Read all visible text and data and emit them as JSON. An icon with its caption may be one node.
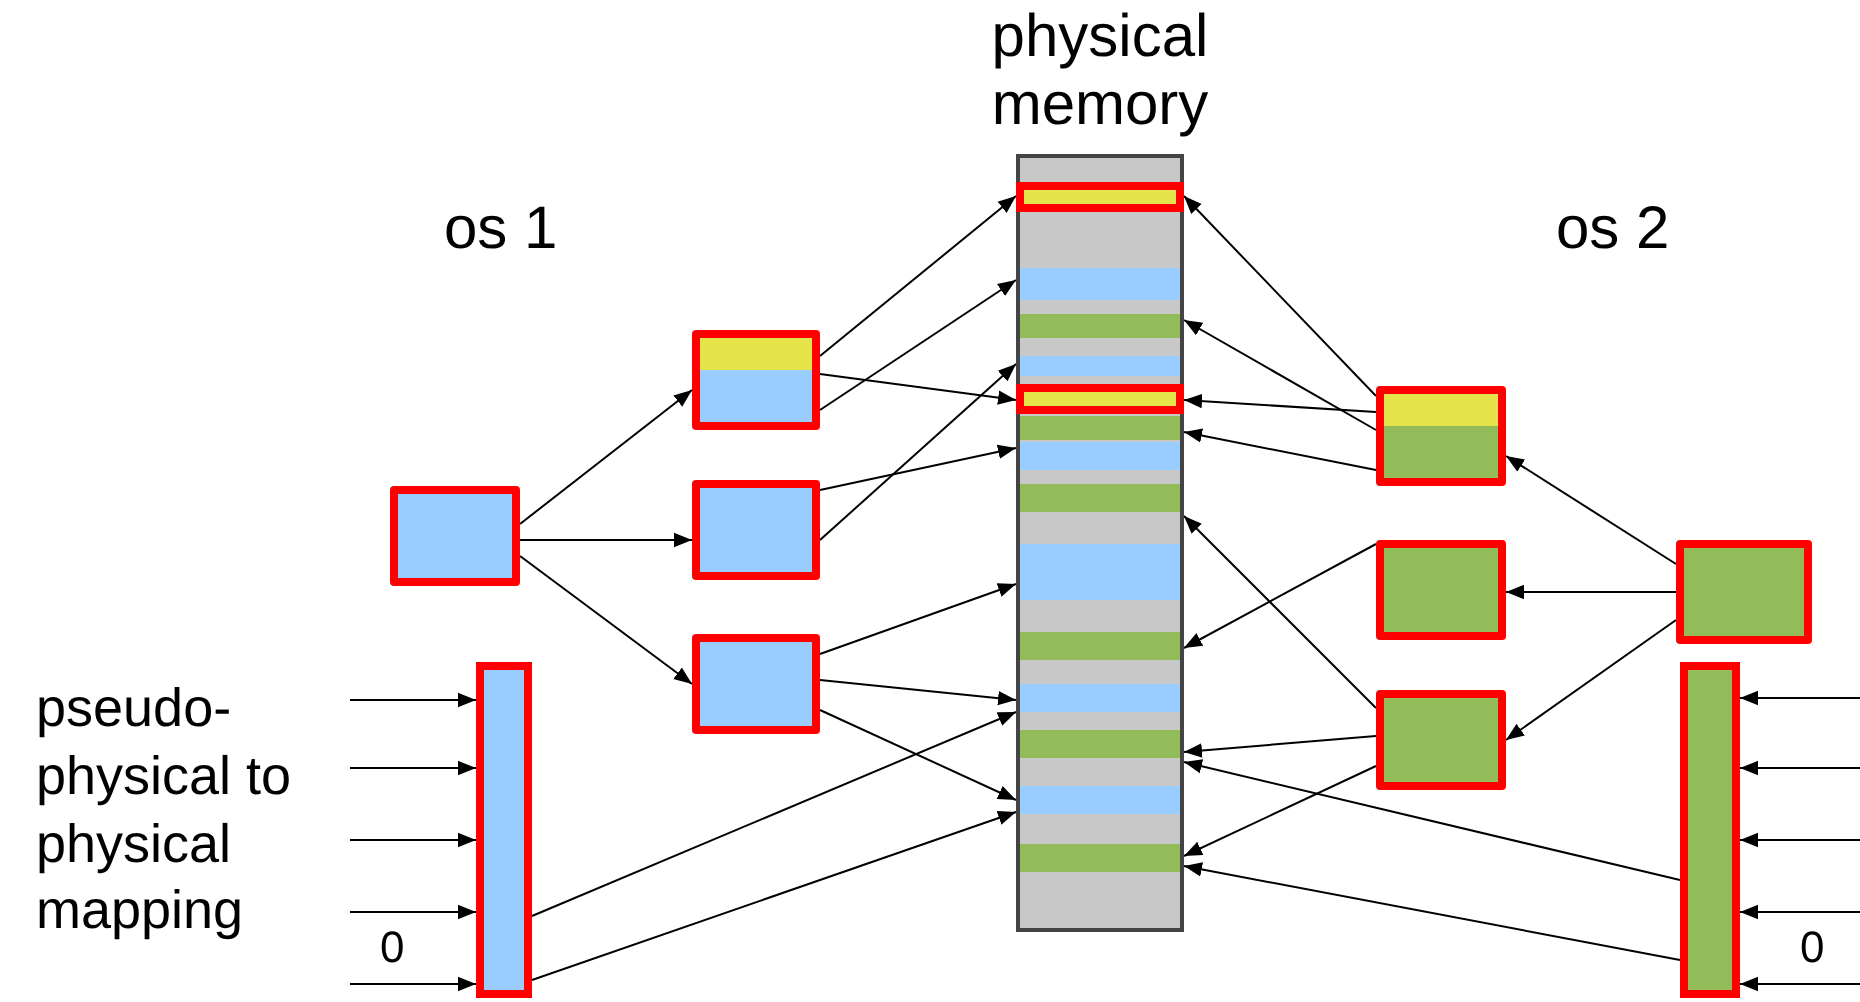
{
  "diagram": {
    "nodes": [
      {
        "text": [
          "physical memory"
        ]
      },
      {
        "text": [],
        "shape": "box",
        "in": 0
      },
      {
        "text": [],
        "shape": "box",
        "in": 0
      },
      {
        "text": [],
        "shape": "box"
      },
      {
        "text": [],
        "shape": "box"
      },
      {
        "text": [],
        "shape": "box"
      },
      {
        "text": [],
        "shape": "box"
      },
      {
        "text": [],
        "shape": "bar"
      },
      {
        "text": [],
        "shape": "box"
      },
      {
        "text": [],
        "shape": "box"
      },
      {
        "text": [],
        "shape": "box"
      },
      {
        "text": [],
        "shape": "box"
      },
      {
        "text": [],
        "shape": "bar"
      }
    ],
    "edges": [
      {
        "from": 3,
        "to": 4,
        "arrow": "to"
      },
      {
        "from": 3,
        "to": 5,
        "arrow": "to"
      },
      {
        "from": 3,
        "to": 6,
        "arrow": "to"
      },
      {
        "from": 4,
        "to": 1,
        "arrow": "to"
      },
      {
        "from": 4,
        "to": 0,
        "arrow": "to"
      },
      {
        "from": 4,
        "to": 2,
        "arrow": "to"
      },
      {
        "from": 5,
        "to": 0,
        "arrow": "to"
      },
      {
        "from": 5,
        "to": 0,
        "arrow": "to"
      },
      {
        "from": 6,
        "to": 0,
        "arrow": "to"
      },
      {
        "from": 6,
        "to": 0,
        "arrow": "to"
      },
      {
        "from": 6,
        "to": 0,
        "arrow": "to"
      },
      {
        "from": 7,
        "to": 0,
        "arrow": "to"
      },
      {
        "from": 7,
        "to": 0,
        "arrow": "to"
      },
      {
        "from": null,
        "to": 7,
        "arrow": "to"
      },
      {
        "from": null,
        "to": 7,
        "arrow": "to"
      },
      {
        "from": null,
        "to": 7,
        "arrow": "to"
      },
      {
        "from": null,
        "to": 7,
        "arrow": "to"
      },
      {
        "from": null,
        "to": 7,
        "arrow": "to"
      },
      {
        "from": 11,
        "to": 8,
        "arrow": "to"
      },
      {
        "from": 11,
        "to": 9,
        "arrow": "to"
      },
      {
        "from": 11,
        "to": 10,
        "arrow": "to"
      },
      {
        "from": 8,
        "to": 1,
        "arrow": "to"
      },
      {
        "from": 8,
        "to": 0,
        "arrow": "to"
      },
      {
        "from": 8,
        "to": 2,
        "arrow": "to"
      },
      {
        "from": 8,
        "to": 0,
        "arrow": "to"
      },
      {
        "from": 9,
        "to": 0,
        "arrow": "to"
      },
      {
        "from": 10,
        "to": 0,
        "arrow": "to"
      },
      {
        "from": 10,
        "to": 0,
        "arrow": "to"
      },
      {
        "from": 10,
        "to": 0,
        "arrow": "to"
      },
      {
        "from": 12,
        "to": 0,
        "arrow": "to"
      },
      {
        "from": 12,
        "to": 0,
        "arrow": "to"
      },
      {
        "from": null,
        "to": 12,
        "arrow": "to"
      },
      {
        "from": null,
        "to": 12,
        "arrow": "to"
      },
      {
        "from": null,
        "to": 12,
        "arrow": "to"
      },
      {
        "from": null,
        "to": 12,
        "arrow": "to"
      },
      {
        "from": null,
        "to": 12,
        "arrow": "to"
      }
    ],
    "labels": [
      "os 1",
      "os 2",
      "pseudo- physical to physical mapping",
      "0",
      "0"
    ]
  }
}
